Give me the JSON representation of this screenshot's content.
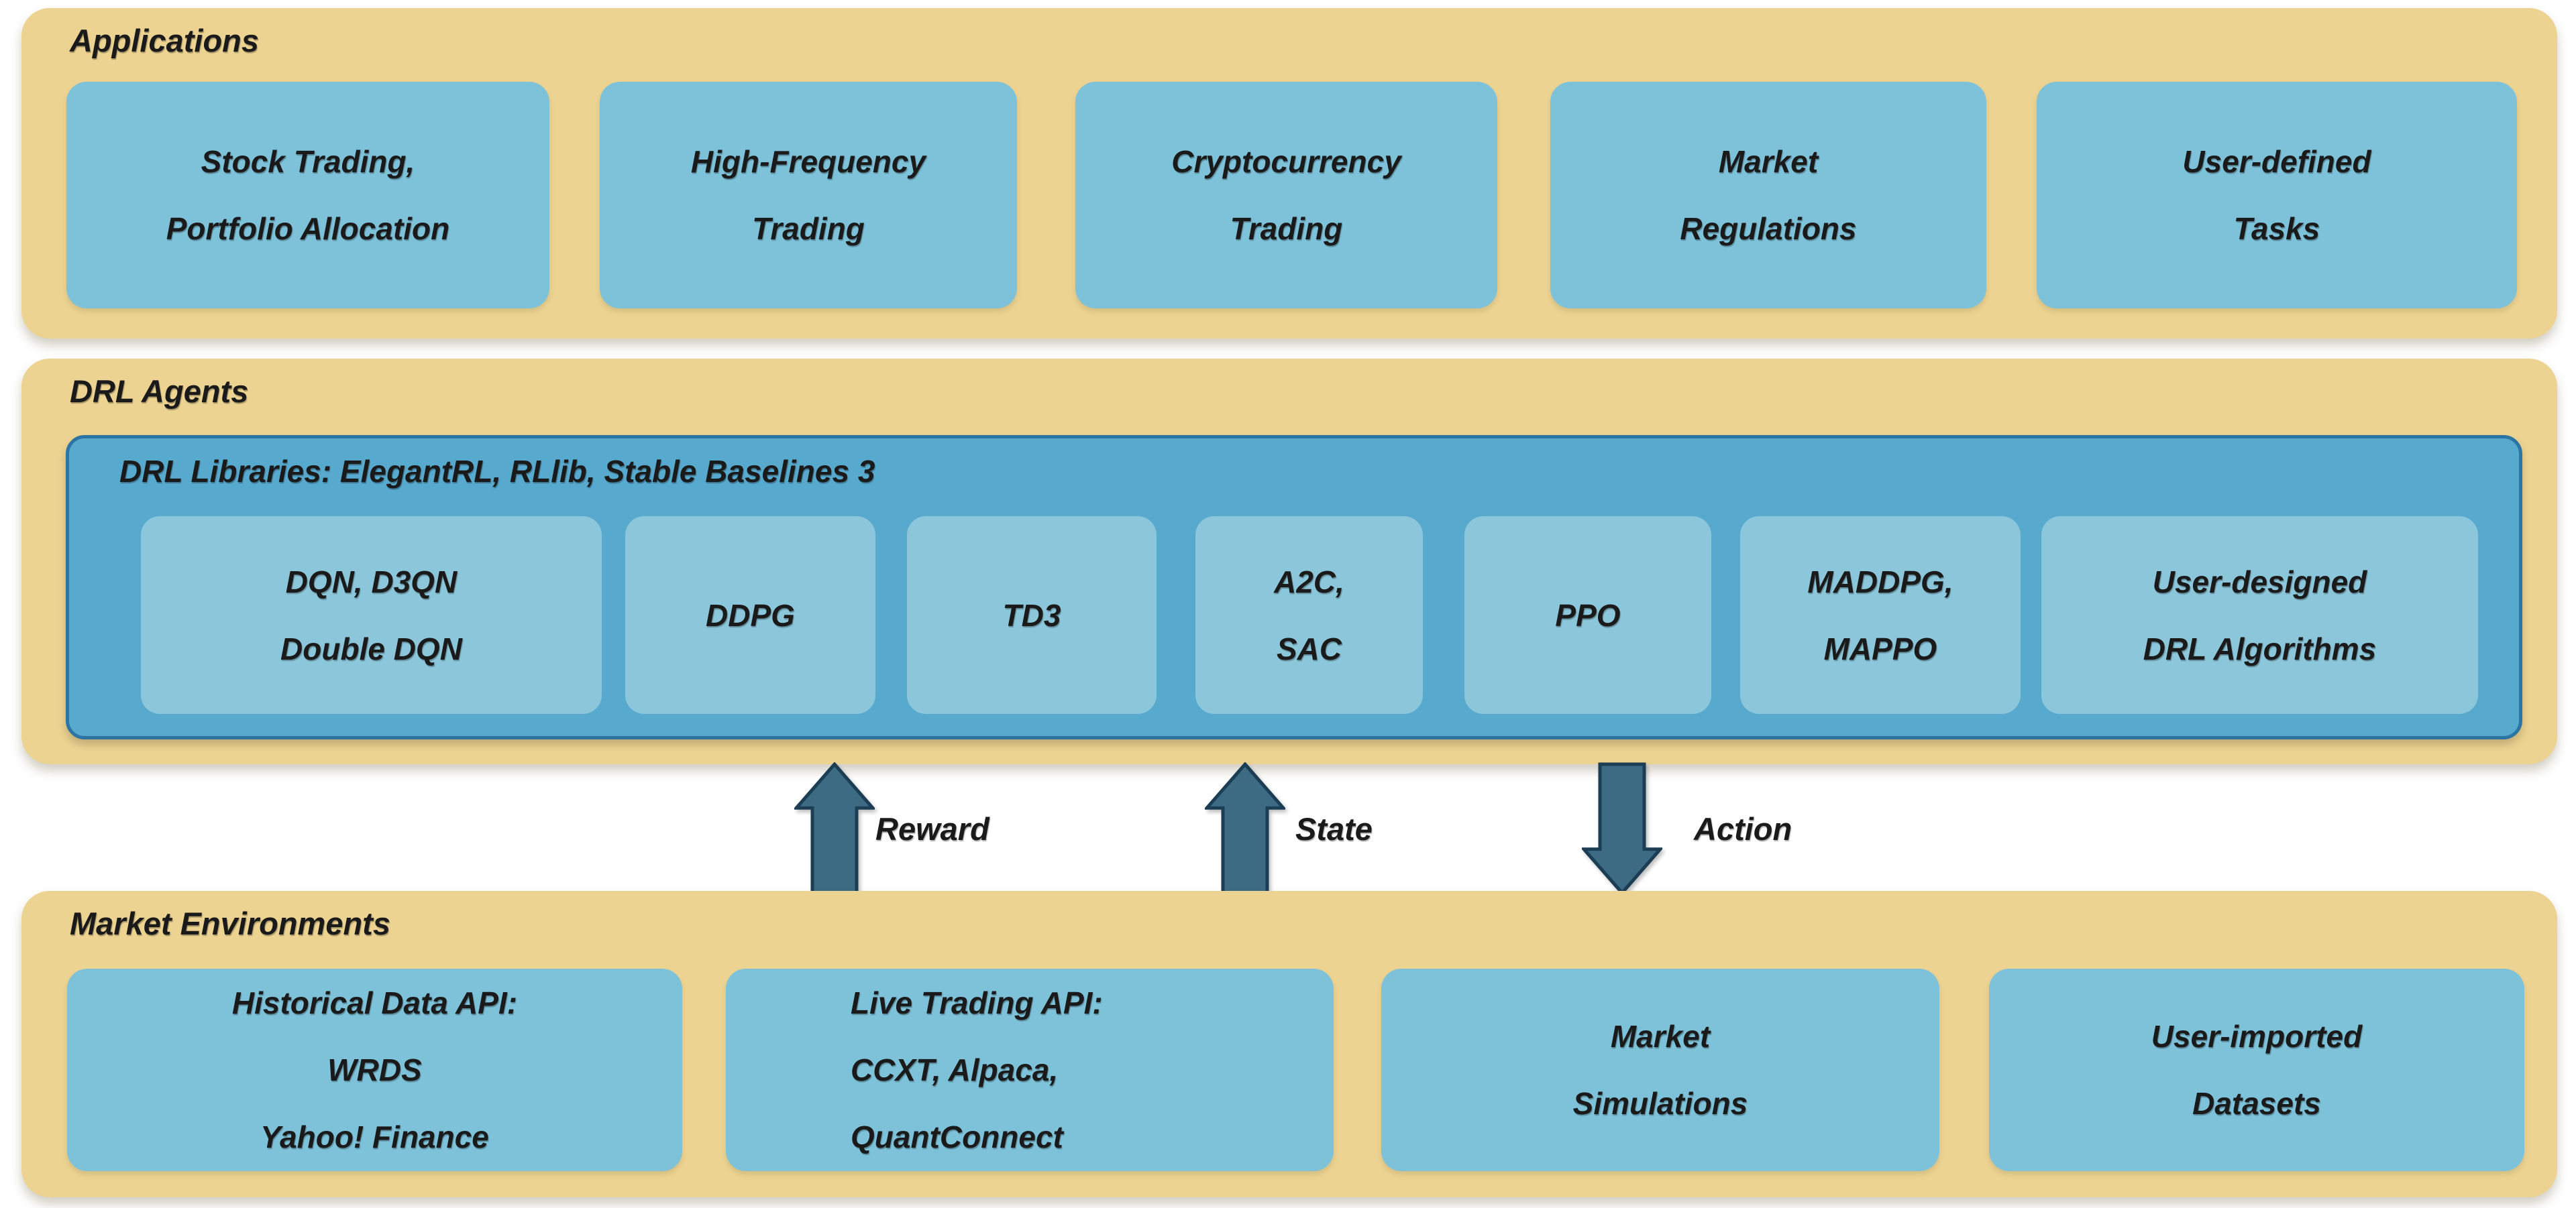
{
  "colors": {
    "page_bg": "#ffffff",
    "panel_bg": "#ecd391",
    "box_bg": "#7ec2da",
    "inner_box_bg": "#8cc6da",
    "container_bg": "#58a9ce",
    "container_border": "#2b74a4",
    "arrow_fill": "#3c6b83",
    "arrow_stroke": "#1c3e55",
    "text": "#1a1a1a"
  },
  "applications": {
    "label": "Applications",
    "boxes": [
      {
        "name": "stock-trading-portfolio-allocation",
        "text": "Stock Trading,\nPortfolio Allocation"
      },
      {
        "name": "high-frequency-trading",
        "text": "High-Frequency\nTrading"
      },
      {
        "name": "cryptocurrency-trading",
        "text": "Cryptocurrency\nTrading"
      },
      {
        "name": "market-regulations",
        "text": "Market\nRegulations"
      },
      {
        "name": "user-defined-tasks",
        "text": "User-defined\nTasks"
      }
    ]
  },
  "drl_agents": {
    "label": "DRL Agents",
    "libraries_label": "DRL Libraries: ElegantRL, RLlib, Stable Baselines 3",
    "boxes": [
      {
        "name": "dqn-d3qn-double-dqn",
        "text": "DQN, D3QN\nDouble DQN"
      },
      {
        "name": "ddpg",
        "text": "DDPG"
      },
      {
        "name": "td3",
        "text": "TD3"
      },
      {
        "name": "a2c-sac",
        "text": "A2C,\nSAC"
      },
      {
        "name": "ppo",
        "text": "PPO"
      },
      {
        "name": "maddpg-mappo",
        "text": "MADDPG,\nMAPPO"
      },
      {
        "name": "user-designed-drl-algorithms",
        "text": "User-designed\nDRL Algorithms"
      }
    ]
  },
  "flows": {
    "reward": {
      "label": "Reward",
      "direction": "up"
    },
    "state": {
      "label": "State",
      "direction": "up"
    },
    "action": {
      "label": "Action",
      "direction": "down"
    }
  },
  "market_environments": {
    "label": "Market Environments",
    "boxes": [
      {
        "name": "historical-data-api",
        "text": "Historical Data API:\nWRDS\nYahoo! Finance"
      },
      {
        "name": "live-trading-api",
        "text": "Live Trading API:\nCCXT, Alpaca,\nQuantConnect"
      },
      {
        "name": "market-simulations",
        "text": "Market\nSimulations"
      },
      {
        "name": "user-imported-datasets",
        "text": "User-imported\nDatasets"
      }
    ]
  }
}
